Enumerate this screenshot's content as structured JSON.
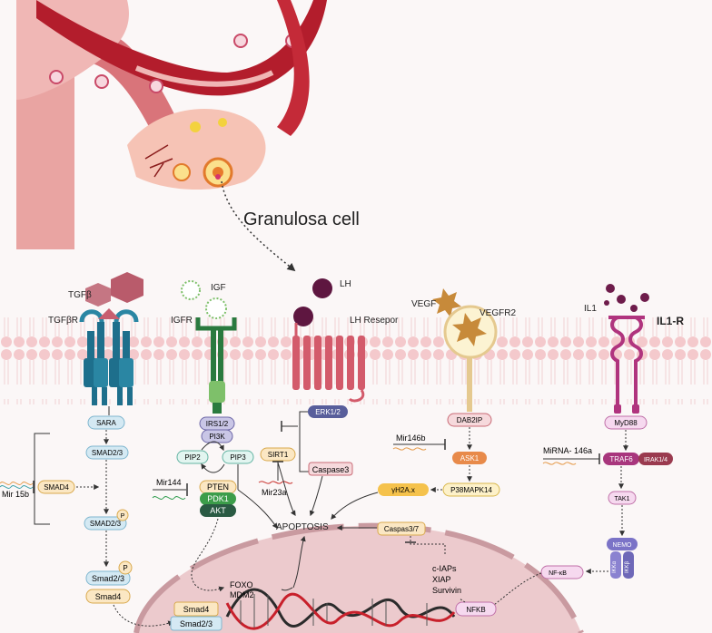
{
  "title": "Granulosa cell",
  "receptors": {
    "tgfb": {
      "ligand": "TGFβ",
      "receptor": "TGFβR"
    },
    "igf": {
      "ligand": "IGF",
      "receptor": "IGFR"
    },
    "lh": {
      "ligand": "LH",
      "receptor": "LH Resepor"
    },
    "vegf": {
      "ligand": "VEGF",
      "receptor": "VEGFR2"
    },
    "il1": {
      "ligand": "IL1",
      "receptor": "IL1-R"
    }
  },
  "tgfb_path": {
    "sara": "SARA",
    "smad23": "SMAD2/3",
    "smad4": "SMAD4",
    "smad23p": "SMAD2/3",
    "p": "P",
    "smad23_lower": "Smad2/3",
    "p2": "P",
    "smad4_lower": "Smad4",
    "mir": "Mir 15b"
  },
  "igf_path": {
    "irs": "IRS1/2",
    "pi3k": "PI3K",
    "pip2": "PIP2",
    "pip3": "PIP3",
    "mir": "Mir144",
    "pten": "PTEN",
    "pdk1": "PDK1",
    "akt": "AKT"
  },
  "lh_path": {
    "erk": "ERK1/2",
    "sirt1": "SIRT1",
    "mir": "Mir23a",
    "caspase3": "Caspase3"
  },
  "vegf_path": {
    "dab2ip": "DAB2IP",
    "mir": "Mir146b",
    "ask1": "ASK1",
    "p38": "P38MAPK14",
    "yh2ax": "γH2A.x"
  },
  "il1_path": {
    "myd88": "MyD88",
    "mir": "MiRNA- 146a",
    "traf6": "TRAF6",
    "irak": "IRAK1/4",
    "tak1": "TAK1",
    "nemo": "NEMO",
    "ikka": "IKKα",
    "ikkb": "IKKβ",
    "nfkb": "NF-κB"
  },
  "center": {
    "apoptosis": "APOPTOSIS",
    "caspas37": "Caspas3/7",
    "ciaps": "c-IAPs",
    "xiap": "XIAP",
    "survivin": "Survivin",
    "nfkb_nucleus": "NFKB",
    "foxo": "FOXO",
    "mdm2": "MDM2",
    "smad4_nuc": "Smad4",
    "smad23_nuc": "Smad2/3"
  }
}
